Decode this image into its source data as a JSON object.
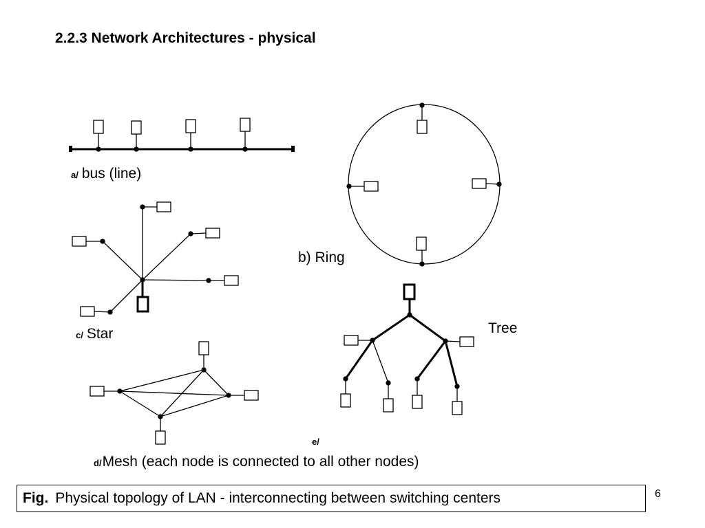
{
  "title": "2.2.3 Network Architectures - physical",
  "diagrams": {
    "bus": {
      "tag": "a/",
      "label": "bus (line)"
    },
    "ring": {
      "label": "b) Ring"
    },
    "star": {
      "tag": "c/",
      "label": "Star"
    },
    "mesh": {
      "tag": "d/",
      "label": "Mesh (each node is connected to all other nodes)"
    },
    "tree": {
      "tag": "e/",
      "label": "Tree"
    }
  },
  "caption": {
    "prefix": "Fig.",
    "text": "Physical topology of LAN  - interconnecting between switching centers"
  },
  "page_number": "6"
}
